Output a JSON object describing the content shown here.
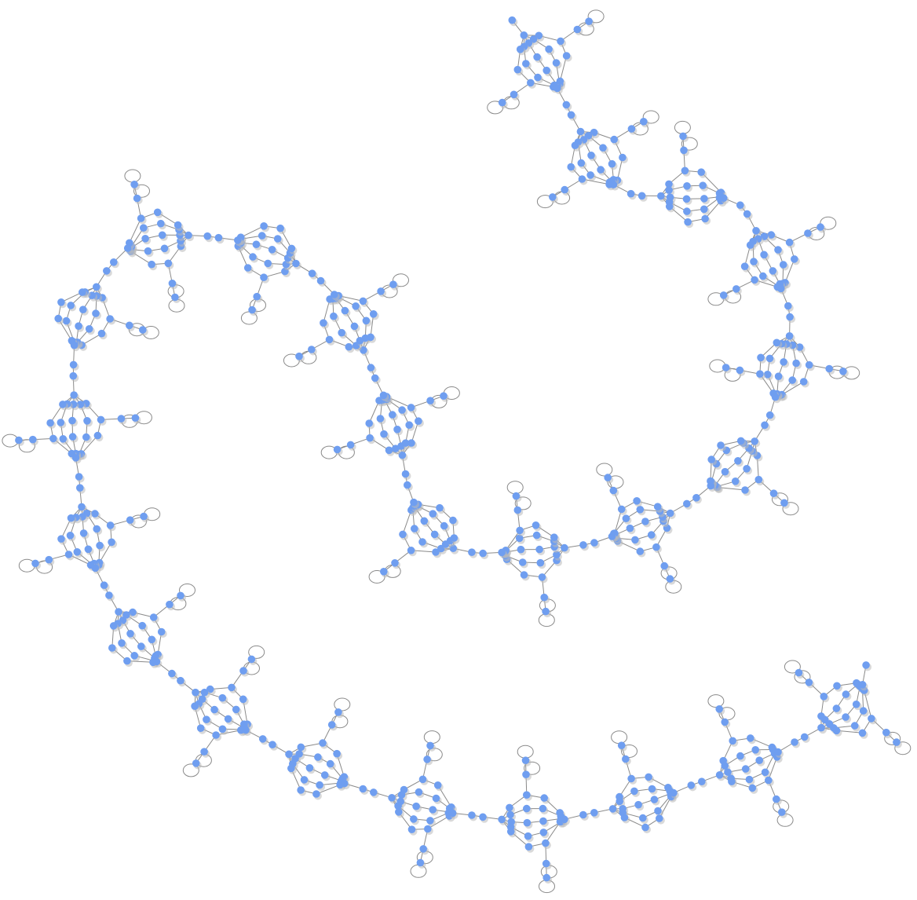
{
  "graph": {
    "colors": {
      "node": "#6f9ef0",
      "edge": "#8a8a8a",
      "shadow": "#b9b9b9",
      "background": "#ffffff"
    },
    "chain_units": 24,
    "unit_loops": [
      2,
      2,
      1,
      2,
      2,
      1,
      2,
      2,
      1,
      2,
      2,
      1,
      2,
      1,
      2,
      2,
      1,
      2,
      1,
      2,
      2,
      1,
      2,
      2
    ]
  }
}
